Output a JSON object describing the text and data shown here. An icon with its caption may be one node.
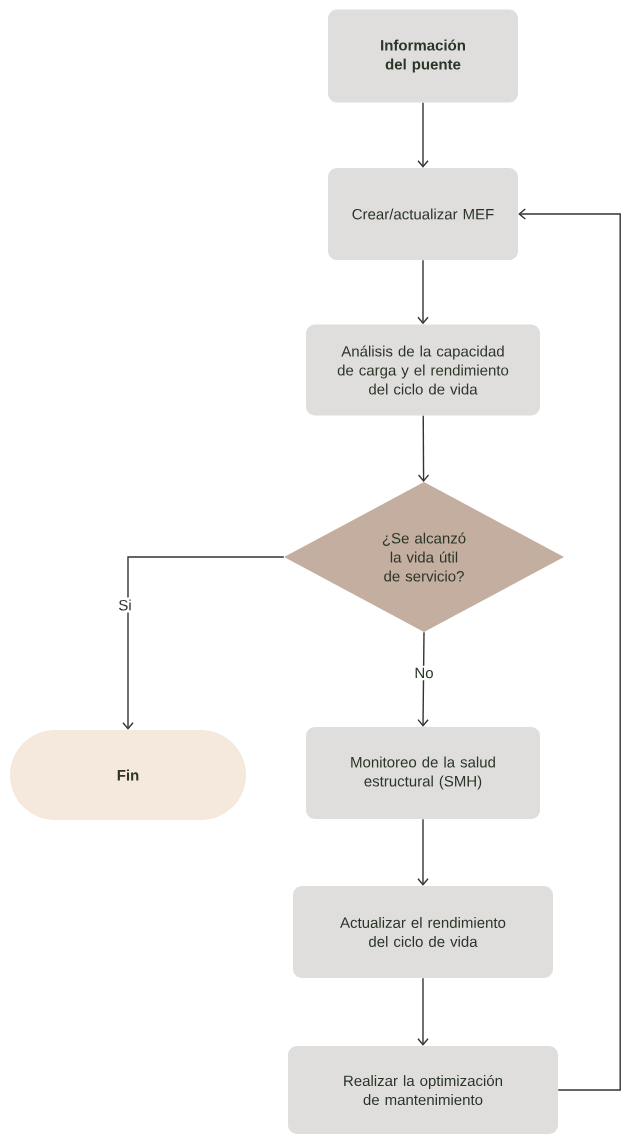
{
  "diagram": {
    "nodes": [
      {
        "text": [
          "Información del puente"
        ]
      },
      {
        "text": [
          "Crear/actualizar MEF"
        ]
      },
      {
        "text": [
          "Análisis de la capacidad de carga y el rendimiento del ciclo de vida"
        ]
      },
      {
        "text": [
          "¿Se alcanzó la vida útil de servicio?"
        ]
      },
      {
        "text": [
          "Fin"
        ]
      },
      {
        "text": [
          "Monitoreo de la salud estructural (SMH)"
        ]
      },
      {
        "text": [
          "Actualizar el rendimiento del ciclo de vida"
        ]
      },
      {
        "text": [
          "Realizar la optimización de mantenimiento"
        ]
      }
    ],
    "edges": [
      {
        "from": 0,
        "to": 1,
        "arrow": "to"
      },
      {
        "from": 1,
        "to": 2,
        "arrow": "to"
      },
      {
        "from": 2,
        "to": 3,
        "arrow": "to"
      },
      {
        "from": 3,
        "to": 4,
        "arrow": "to",
        "label": "Si"
      },
      {
        "from": 3,
        "to": 5,
        "arrow": "to",
        "label": "No"
      },
      {
        "from": 5,
        "to": 6,
        "arrow": "to"
      },
      {
        "from": 6,
        "to": 7,
        "arrow": "to"
      },
      {
        "from": 7,
        "to": 1,
        "arrow": "to"
      }
    ]
  }
}
